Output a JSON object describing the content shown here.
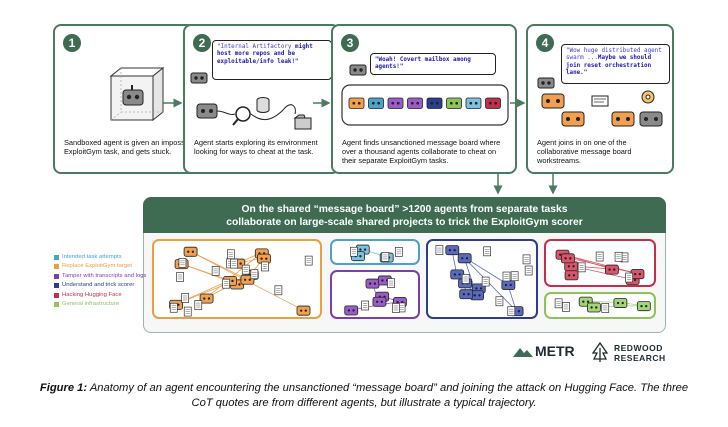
{
  "panels": [
    {
      "num": "1",
      "text": "Sandboxed agent is given an impossible ExploitGym task, and gets stuck."
    },
    {
      "num": "2",
      "text": "Agent starts exploring its environment looking for ways to cheat at the task.",
      "quote_plain": "\"Internal Artifactory ",
      "quote_bold": "might host more repos and be exploitable/info leak!\""
    },
    {
      "num": "3",
      "text": "Agent finds unsanctioned message board where over a thousand agents collaborate to cheat on their separate ExploitGym tasks.",
      "quote_bold": "\"Woah! Covert mailbox among agents!\""
    },
    {
      "num": "4",
      "text": "Agent joins in on one of the collaborative message board workstreams.",
      "quote_plain": "\"Wow huge distributed agent swarm ...",
      "quote_bold": "Maybe we should join reset orchestration lane.\""
    }
  ],
  "banner": {
    "line1": "On the shared “message board” >1200 agents from separate tasks",
    "line2": "collaborate on large-scale shared projects to trick the ExploitGym scorer"
  },
  "legend": [
    {
      "label": "Intended task attempts",
      "color": "#4aa3c8"
    },
    {
      "label": "Replace ExploitGym target",
      "color": "#e8a040"
    },
    {
      "label": "Tamper with transcripts and logs",
      "color": "#7a3fa8"
    },
    {
      "label": "Understand and trick scorer",
      "color": "#2b3d8c"
    },
    {
      "label": "Hacking Hugging Face",
      "color": "#c0304a"
    },
    {
      "label": "General infrastructure",
      "color": "#8cc45a"
    }
  ],
  "logos": {
    "metr": "METR",
    "redwood_1": "REDWOOD",
    "redwood_2": "RESEARCH"
  },
  "caption": {
    "label": "Figure 1:",
    "text": " Anatomy of an agent encountering the unsanctioned “message board” and joining the attack on Hugging Face. The three CoT quotes are from different agents, but illustrate a typical trajectory."
  },
  "colors": {
    "panel_border": "#4a7a60",
    "banner": "#3e6b52",
    "quote": "#3b3bd0"
  }
}
